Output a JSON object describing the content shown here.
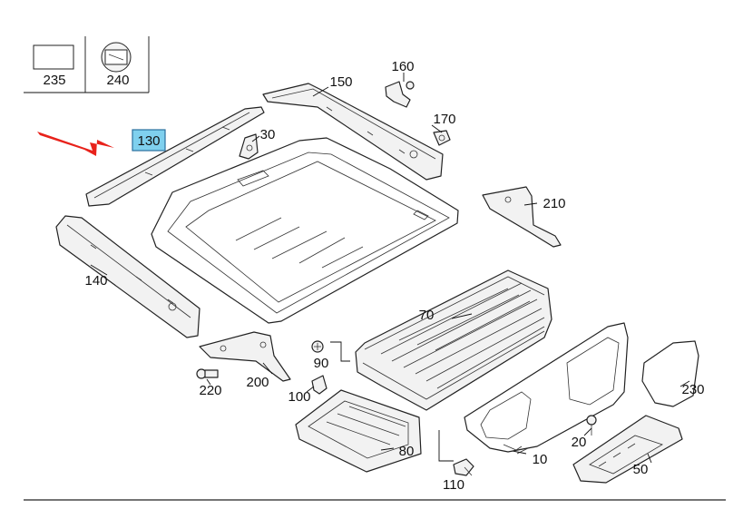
{
  "legend": [
    {
      "id": "legend-235",
      "label": "235"
    },
    {
      "id": "legend-240",
      "label": "240"
    }
  ],
  "highlight": {
    "label": "130",
    "color": "#7fd0ee",
    "arrow_color": "#e8221b"
  },
  "labels": {
    "p10": "10",
    "p20": "20",
    "p30": "30",
    "p50": "50",
    "p70": "70",
    "p80": "80",
    "p90": "90",
    "p100": "100",
    "p110": "110",
    "p140": "140",
    "p150": "150",
    "p160": "160",
    "p170": "170",
    "p200": "200",
    "p210": "210",
    "p220": "220",
    "p230": "230"
  }
}
